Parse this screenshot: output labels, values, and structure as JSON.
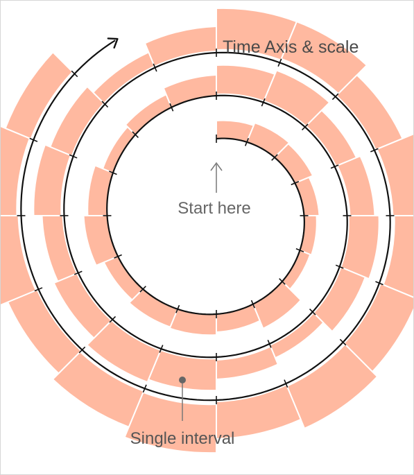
{
  "diagram": {
    "time_axis_label": "Time Axis & scale",
    "start_label": "Start here",
    "single_interval_label": "Single interval",
    "colors": {
      "segment": "#ffb9a0",
      "axis": "#111111",
      "pointer": "#777777",
      "label": "#555555"
    }
  }
}
